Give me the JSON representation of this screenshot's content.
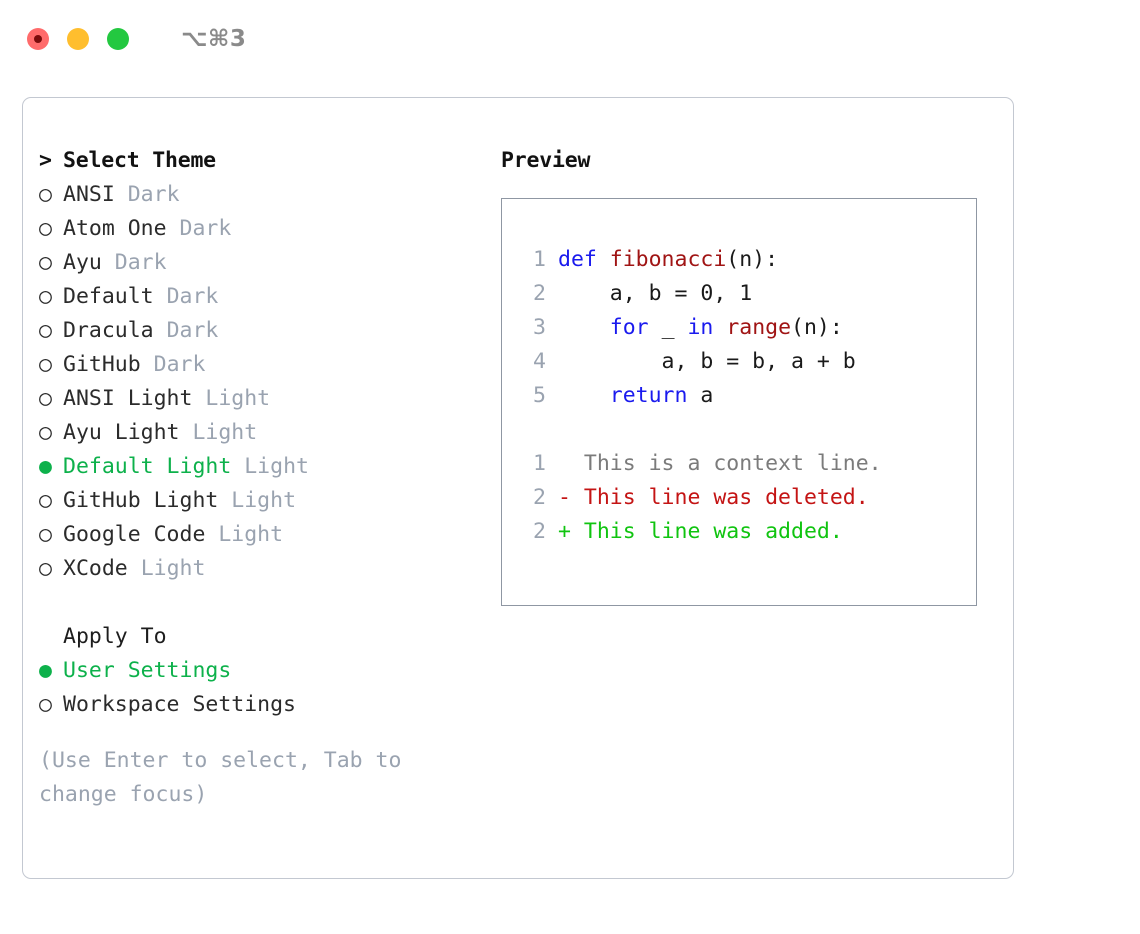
{
  "titlebar": {
    "lights": [
      {
        "name": "close-button",
        "color": "#ff6b6b",
        "active": true
      },
      {
        "name": "minimize-button",
        "color": "#ffbe2e",
        "active": false
      },
      {
        "name": "maximize-button",
        "color": "#23c840",
        "active": false
      }
    ],
    "shortcut": "⌥⌘3"
  },
  "colors": {
    "accent_green": "#0db14b",
    "muted_grey": "#9aa3b0",
    "keyword_blue": "#1a1aee",
    "function_red": "#a01414",
    "diff_delete": "#c41414",
    "diff_add": "#10c410",
    "panel_border": "#c3c8d1",
    "preview_border": "#8f97a3"
  },
  "theme_list": {
    "header_marker": ">",
    "header": "Select Theme",
    "items": [
      {
        "marker": "○",
        "label": "ANSI",
        "tag": "Dark",
        "selected": false
      },
      {
        "marker": "○",
        "label": "Atom One",
        "tag": "Dark",
        "selected": false
      },
      {
        "marker": "○",
        "label": "Ayu",
        "tag": "Dark",
        "selected": false
      },
      {
        "marker": "○",
        "label": "Default",
        "tag": "Dark",
        "selected": false
      },
      {
        "marker": "○",
        "label": "Dracula",
        "tag": "Dark",
        "selected": false
      },
      {
        "marker": "○",
        "label": "GitHub",
        "tag": "Dark",
        "selected": false
      },
      {
        "marker": "○",
        "label": "ANSI Light",
        "tag": "Light",
        "selected": false
      },
      {
        "marker": "○",
        "label": "Ayu Light",
        "tag": "Light",
        "selected": false
      },
      {
        "marker": "●",
        "label": "Default Light",
        "tag": "Light",
        "selected": true
      },
      {
        "marker": "○",
        "label": "GitHub Light",
        "tag": "Light",
        "selected": false
      },
      {
        "marker": "○",
        "label": "Google Code",
        "tag": "Light",
        "selected": false
      },
      {
        "marker": "○",
        "label": "XCode",
        "tag": "Light",
        "selected": false
      }
    ]
  },
  "apply_to": {
    "header": "Apply To",
    "items": [
      {
        "marker": "●",
        "label": "User Settings",
        "selected": true
      },
      {
        "marker": "○",
        "label": "Workspace Settings",
        "selected": false
      }
    ]
  },
  "hint": "(Use Enter to select, Tab to change focus)",
  "preview": {
    "title": "Preview",
    "code_lines": [
      {
        "lineno": "1",
        "tokens": [
          {
            "t": "def ",
            "k": "kw"
          },
          {
            "t": "fibonacci",
            "k": "fn"
          },
          {
            "t": "(n):",
            "k": "plain"
          }
        ]
      },
      {
        "lineno": "2",
        "tokens": [
          {
            "t": "    a, b = 0, 1",
            "k": "plain"
          }
        ]
      },
      {
        "lineno": "3",
        "tokens": [
          {
            "t": "    ",
            "k": "plain"
          },
          {
            "t": "for",
            "k": "kw"
          },
          {
            "t": " _ ",
            "k": "plain"
          },
          {
            "t": "in",
            "k": "kw"
          },
          {
            "t": " ",
            "k": "plain"
          },
          {
            "t": "range",
            "k": "fn"
          },
          {
            "t": "(n):",
            "k": "plain"
          }
        ]
      },
      {
        "lineno": "4",
        "tokens": [
          {
            "t": "        a, b = b, a + b",
            "k": "plain"
          }
        ]
      },
      {
        "lineno": "5",
        "tokens": [
          {
            "t": "    ",
            "k": "plain"
          },
          {
            "t": "return",
            "k": "kw"
          },
          {
            "t": " a",
            "k": "plain"
          }
        ]
      }
    ],
    "diff_lines": [
      {
        "lineno": "1",
        "sign": " ",
        "text": "  This is a context line.",
        "kind": "ctx"
      },
      {
        "lineno": "2",
        "sign": "-",
        "text": "- This line was deleted.",
        "kind": "del"
      },
      {
        "lineno": "2",
        "sign": "+",
        "text": "+ This line was added.",
        "kind": "add"
      }
    ]
  }
}
